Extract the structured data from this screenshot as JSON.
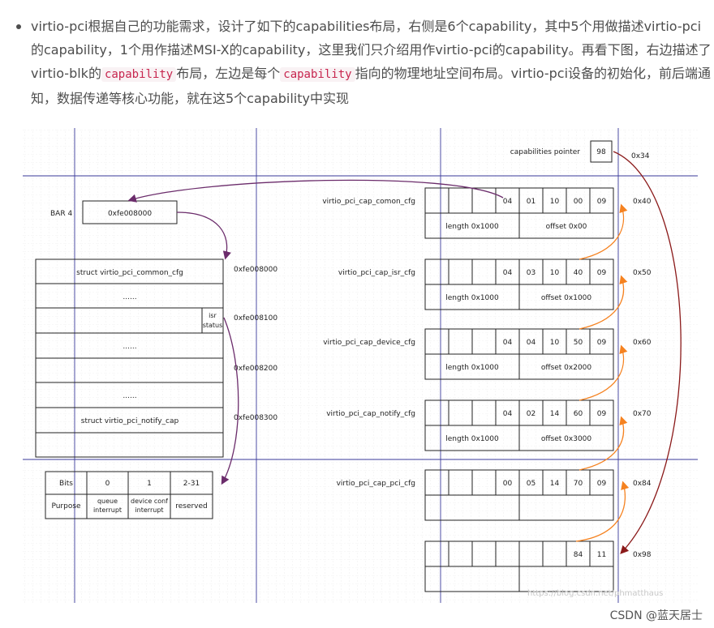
{
  "article": {
    "p1": "virtio-pci根据自己的功能需求，设计了如下的capabilities布局，右侧是6个capability，其中5个用做描述virtio-pci的capability，1个用作描述MSI-X的capability，这里我们只介绍用作virtio-pci的capability。再看下图，右边描述了virtio-blk的",
    "code1": "capability",
    "p2": "布局，左边是每个",
    "code2": "capability",
    "p3": "指向的物理地址空间布局。virtio-pci设备的初始化，前后端通知，数据传递等核心功能，就在这5个capability中实现"
  },
  "diagram": {
    "cap_pointer_label": "capabilities pointer",
    "cap_pointer_value": "98",
    "bar_label": "BAR 4",
    "bar_value": "0xfe008000",
    "left_rows": {
      "common": "struct virtio_pci_common_cfg",
      "dots1": "......",
      "isr": "isr status",
      "dots2": "......",
      "dots3": "......",
      "notify": "struct virtio_pci_notify_cap"
    },
    "left_addrs": [
      "0xfe008000",
      "0xfe008100",
      "0xfe008200",
      "0xfe008300"
    ],
    "bits_table": {
      "header": [
        "Bits",
        "0",
        "1",
        "2-31"
      ],
      "row": [
        "Purpose",
        "queue interrupt",
        "device conf interrupt",
        "reserved"
      ]
    },
    "caps": [
      {
        "name": "virtio_pci_cap_comon_cfg",
        "bytes": [
          "04",
          "01",
          "10",
          "00",
          "09"
        ],
        "length": "length 0x1000",
        "offset": "offset 0x00",
        "offset_label": "0x40"
      },
      {
        "name": "virtio_pci_cap_isr_cfg",
        "bytes": [
          "04",
          "03",
          "10",
          "40",
          "09"
        ],
        "length": "length 0x1000",
        "offset": "offset 0x1000",
        "offset_label": "0x50"
      },
      {
        "name": "virtio_pci_cap_device_cfg",
        "bytes": [
          "04",
          "04",
          "10",
          "50",
          "09"
        ],
        "length": "length 0x1000",
        "offset": "offset 0x2000",
        "offset_label": "0x60"
      },
      {
        "name": "virtio_pci_cap_notify_cfg",
        "bytes": [
          "04",
          "02",
          "14",
          "60",
          "09"
        ],
        "length": "length 0x1000",
        "offset": "offset 0x3000",
        "offset_label": "0x70"
      },
      {
        "name": "virtio_pci_cap_pci_cfg",
        "bytes": [
          "00",
          "05",
          "14",
          "70",
          "09"
        ],
        "length": "",
        "offset": "",
        "offset_label": "0x84"
      },
      {
        "name": "",
        "bytes": [
          "84",
          "11"
        ],
        "length": "",
        "offset": "",
        "offset_label": "0x98"
      }
    ],
    "pointer_offset_label": "0x34",
    "colors": {
      "purple": "#6b2c6b",
      "orange": "#f58220",
      "darkred": "#8b1a1a",
      "grid": "#d9d9d9",
      "guide": "#3a3a9a"
    }
  },
  "watermark": "CSDN @蓝天居士",
  "faint_watermark": "https://blog.csdn.net/phmatthaus"
}
